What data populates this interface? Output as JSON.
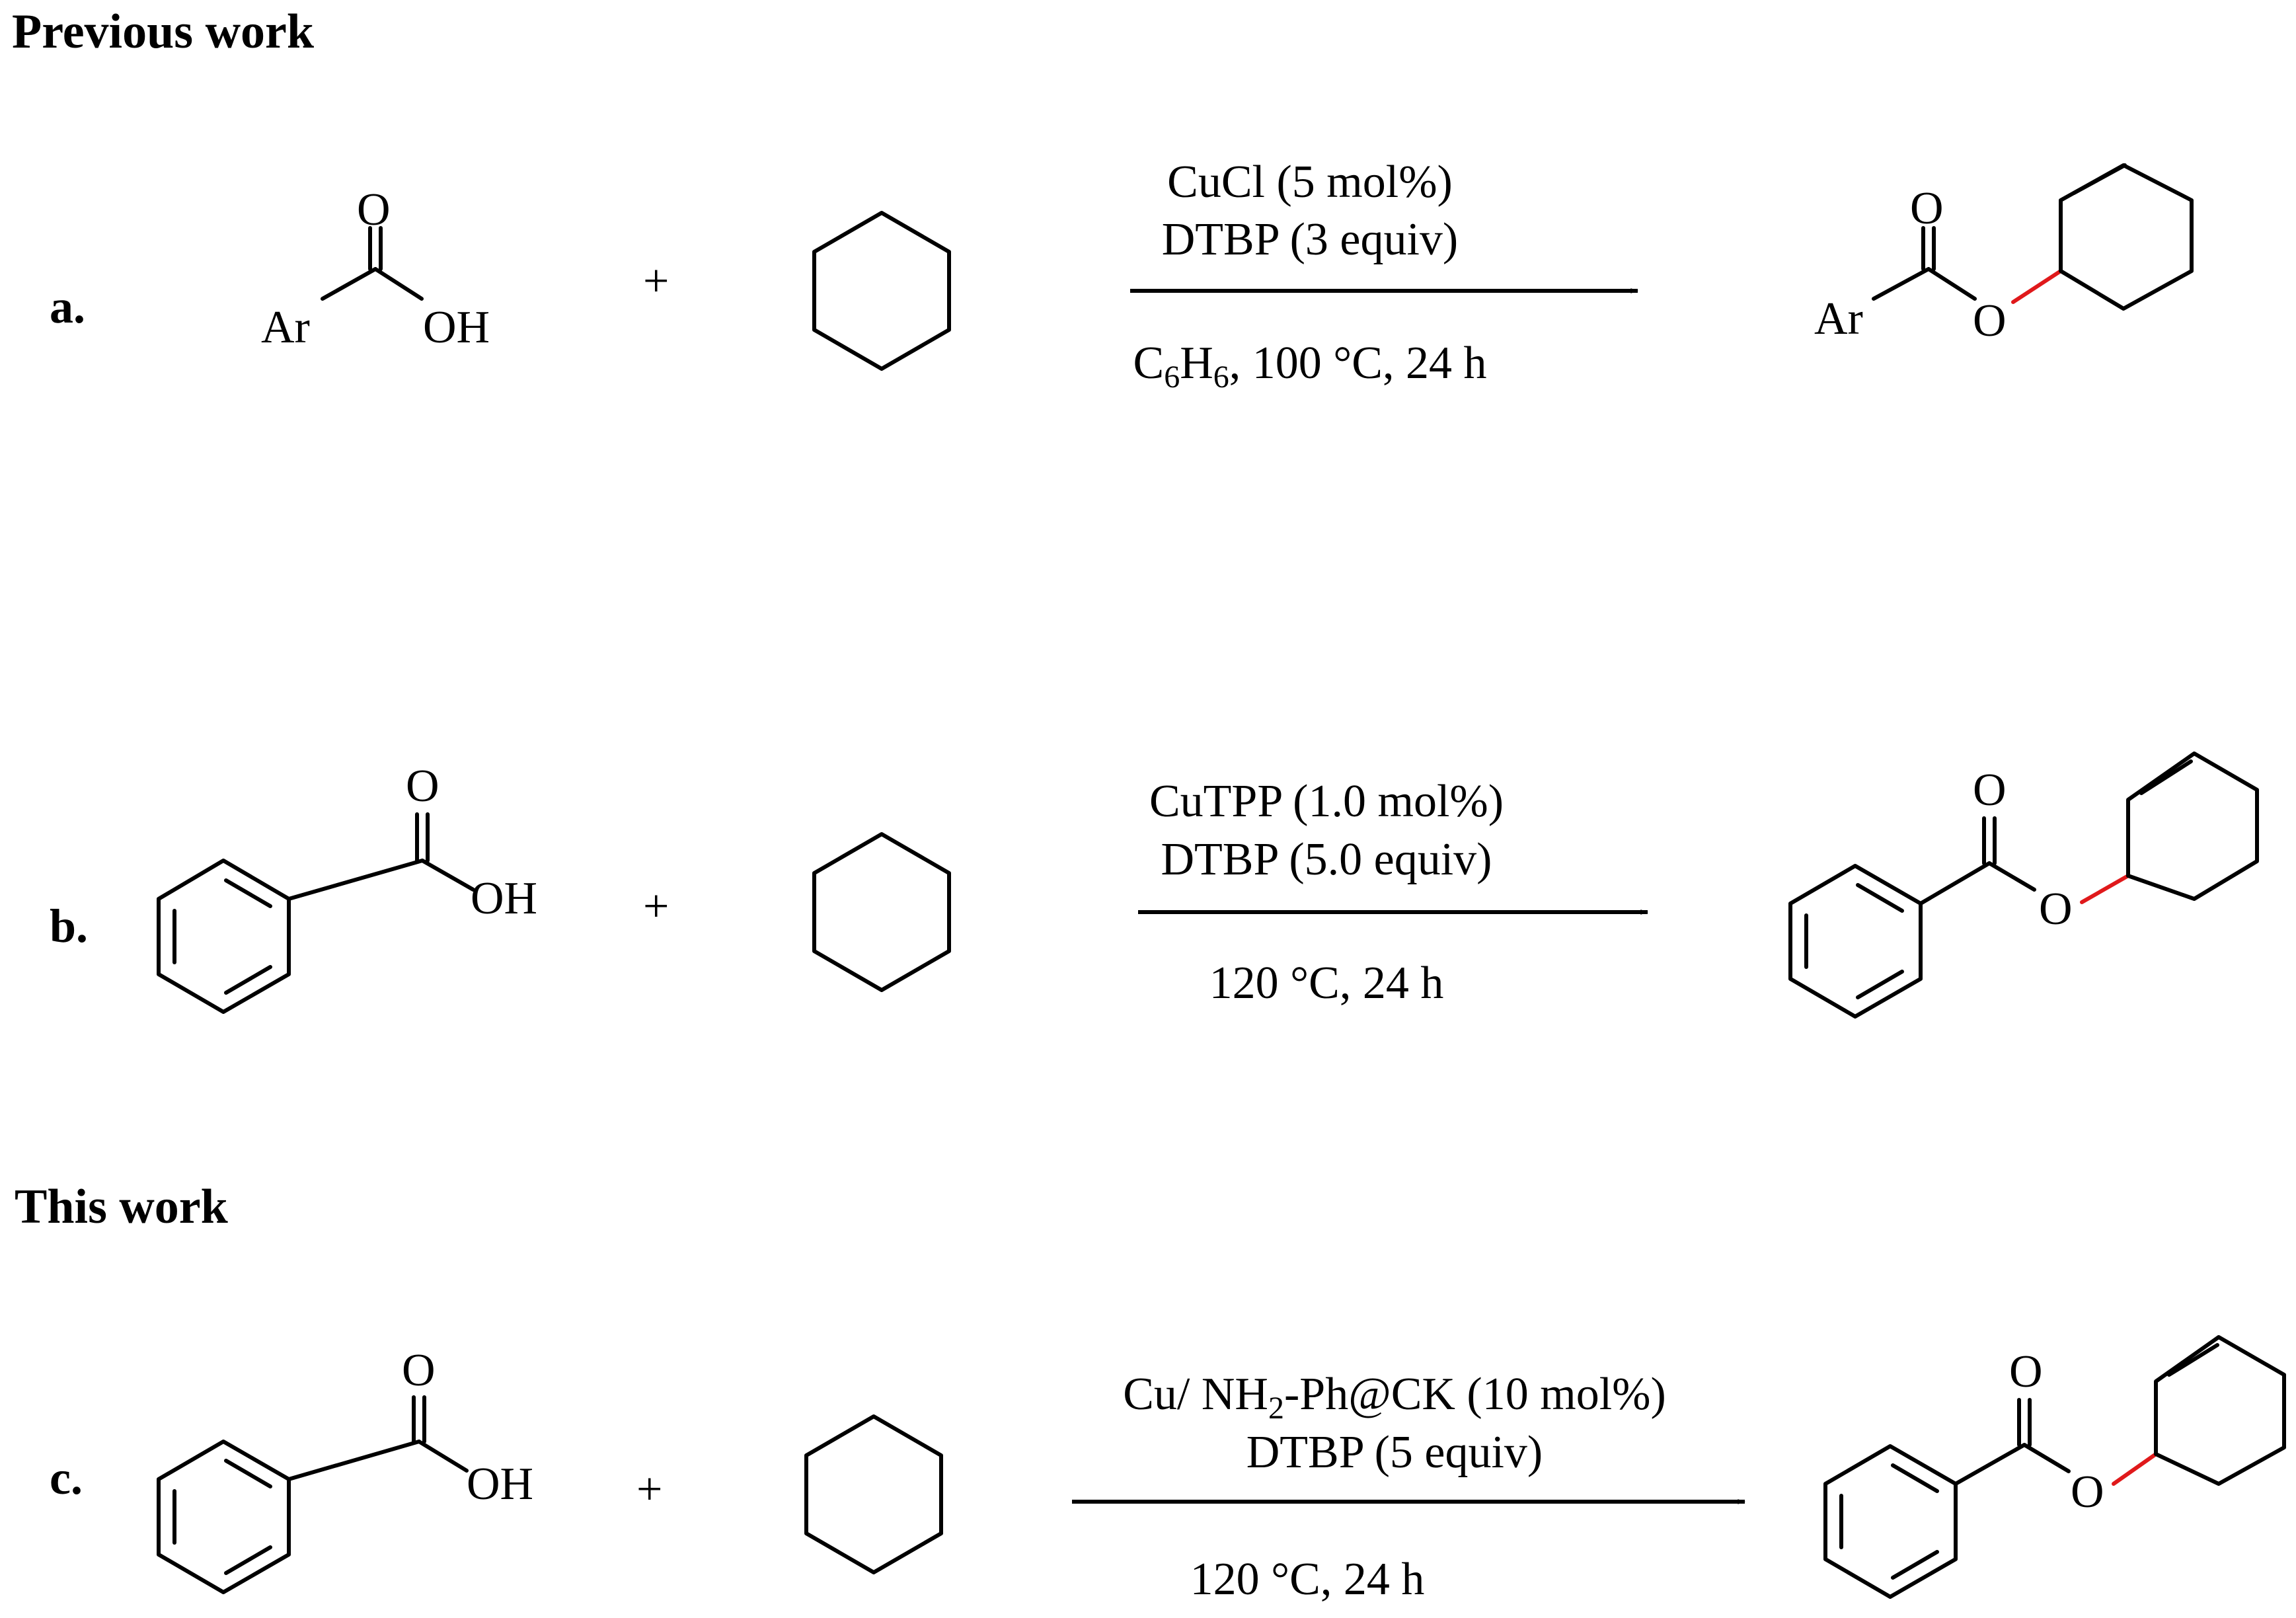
{
  "headers": {
    "previous": "Previous work",
    "current": "This work"
  },
  "colors": {
    "ink": "#000000",
    "new_bond": "#e0191b"
  },
  "reactions": [
    {
      "label": "a.",
      "acid_groups": [
        "Ar",
        "O",
        "OH"
      ],
      "plus": "+",
      "conditions": {
        "catalyst": "CuCl (5 mol%)",
        "oxidant": "DTBP (3 equiv)",
        "solvent_pre": "C",
        "solvent_sub1": "6",
        "solvent_mid": "H",
        "solvent_sub2": "6",
        "rest": ", 100 °C, 24 h"
      },
      "product_groups": [
        "Ar",
        "O",
        "O"
      ]
    },
    {
      "label": "b.",
      "acid_groups": [
        "O",
        "OH"
      ],
      "plus": "+",
      "conditions": {
        "catalyst": "CuTPP (1.0 mol%)",
        "oxidant": "DTBP (5.0 equiv)",
        "temp_time": "120 °C, 24 h"
      },
      "product_groups": [
        "O",
        "O"
      ]
    },
    {
      "label": "c.",
      "acid_groups": [
        "O",
        "OH"
      ],
      "plus": "+",
      "conditions": {
        "catalyst_pre": "Cu/ NH",
        "catalyst_sub": "2",
        "catalyst_post": "-Ph@CK  (10 mol%)",
        "oxidant": "DTBP (5 equiv)",
        "temp_time": "120 °C, 24 h"
      },
      "product_groups": [
        "O",
        "O"
      ]
    }
  ]
}
